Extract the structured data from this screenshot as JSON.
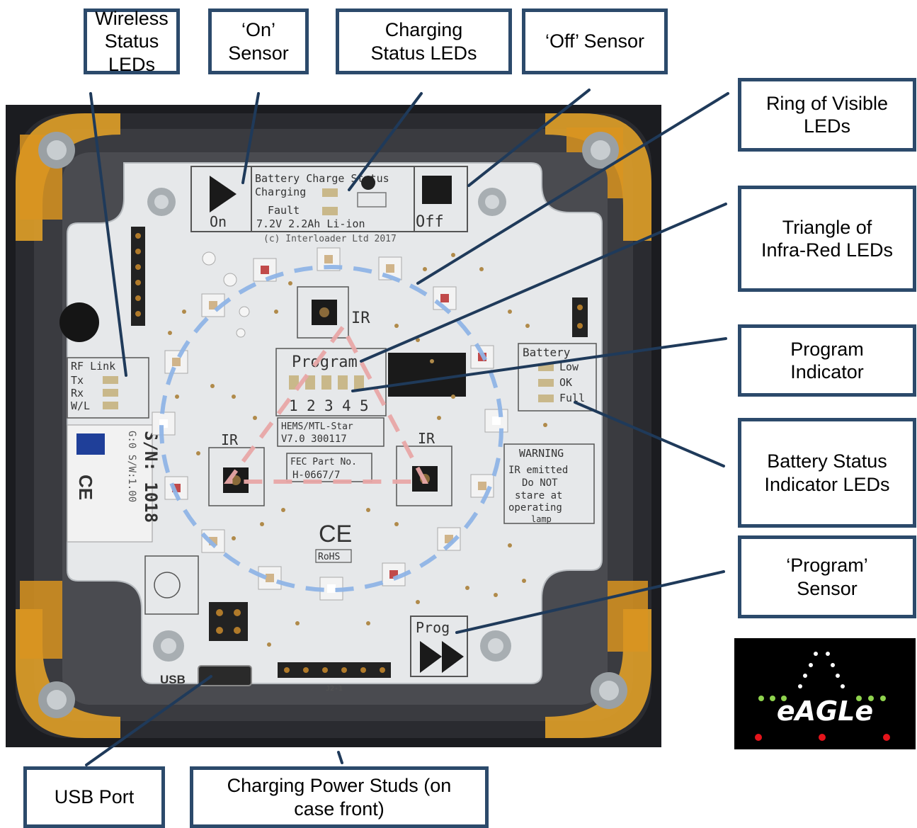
{
  "callouts": {
    "wireless": "Wireless\nStatus LEDs",
    "on_sensor": "‘On’\nSensor",
    "charging": "Charging\nStatus LEDs",
    "off_sensor": "‘Off’ Sensor",
    "ring": "Ring of Visible\nLEDs",
    "triangle": "Triangle of\nInfra-Red LEDs",
    "program_ind": "Program\nIndicator",
    "battery": "Battery Status\nIndicator LEDs",
    "program_sensor": "‘Program’\nSensor",
    "usb": "USB Port",
    "studs": "Charging Power Studs (on\ncase front)"
  },
  "pcb": {
    "battery_charge_status": "Battery Charge Status",
    "charging": "Charging",
    "fault": "Fault",
    "spec": "7.2V 2.2Ah Li-ion",
    "copyright": "(c) Interloader Ltd 2017",
    "on": "On",
    "off": "Off",
    "prog": "Prog",
    "program": "Program",
    "program_numbers": [
      "1",
      "2",
      "3",
      "4",
      "5"
    ],
    "ir": "IR",
    "rf_link": "RF Link",
    "tx": "Tx",
    "rx": "Rx",
    "wl": "W/L",
    "battery": "Battery",
    "low": "Low",
    "ok": "OK",
    "full": "Full",
    "model": "HEMS/MTL-Star",
    "version": "V7.0 300117",
    "fec_label": "FEC Part No.",
    "fec_number": "H-0667/7",
    "warning": "WARNING",
    "warning_text": [
      "IR emitted",
      "Do NOT",
      "stare at",
      "operating",
      "lamp"
    ],
    "serial": "S/N: 1018",
    "sw": "G:0 S/W:1.00",
    "ce": "CE",
    "rohs": "RoHS",
    "usb": "USB",
    "j2": "J2-1"
  },
  "logo": {
    "text": "eAGLe"
  },
  "colors": {
    "frame": "#2c4a6b",
    "leader": "#1f3a5a",
    "ring_dash": "#8fb4e6",
    "triangle_dash": "#e8a6a6",
    "pcb": "#e6e8ea",
    "gasket": "#e0a028",
    "logo_green": "#8fd34e",
    "logo_red": "#e5141b"
  }
}
